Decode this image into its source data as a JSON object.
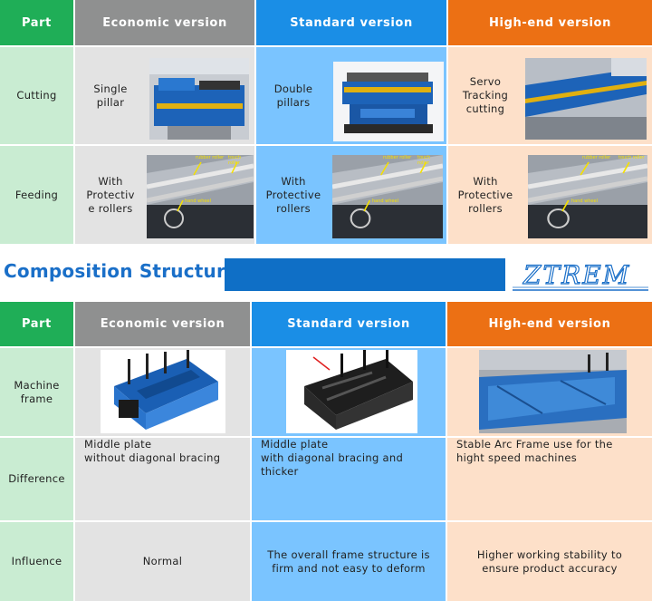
{
  "top_table": {
    "headers": [
      "Part",
      "Economic version",
      "Standard version",
      "High-end version"
    ],
    "rows": [
      {
        "part": "Cutting",
        "economic": [
          "Single",
          "pillar"
        ],
        "standard": [
          "Double",
          "pillars"
        ],
        "highend": [
          "Servo",
          "Tracking",
          "cutting"
        ]
      },
      {
        "part": "Feeding",
        "economic": [
          "With",
          "Protectiv",
          "e rollers"
        ],
        "standard": [
          "With",
          "Protective",
          "rollers"
        ],
        "highend": [
          "With",
          "Protective",
          "rollers"
        ]
      }
    ],
    "feed_photo_labels": [
      "rubber roller",
      "touch roller",
      "hand wheel"
    ]
  },
  "banner": {
    "title": "Composition Structure",
    "logo_text": "ZTREM"
  },
  "bottom_table": {
    "headers": [
      "Part",
      "Economic version",
      "Standard version",
      "High-end version"
    ],
    "rows": [
      {
        "part": [
          "Machine",
          "frame"
        ]
      },
      {
        "part": "Difference",
        "economic": [
          "Middle plate",
          "without diagonal bracing"
        ],
        "standard": [
          "Middle plate",
          "with diagonal bracing and",
          "thicker"
        ],
        "highend": [
          "Stable Arc Frame use for the",
          "hight speed machines"
        ]
      },
      {
        "part": "Influence",
        "economic": "Normal",
        "standard": [
          "The overall frame structure is",
          "firm and not easy to deform"
        ],
        "highend": [
          "Higher working stability to",
          "ensure product accuracy"
        ]
      }
    ]
  },
  "colors": {
    "green": "#1fae57",
    "gray": "#8f9090",
    "blue": "#1a8ee6",
    "orange": "#ec7014"
  }
}
